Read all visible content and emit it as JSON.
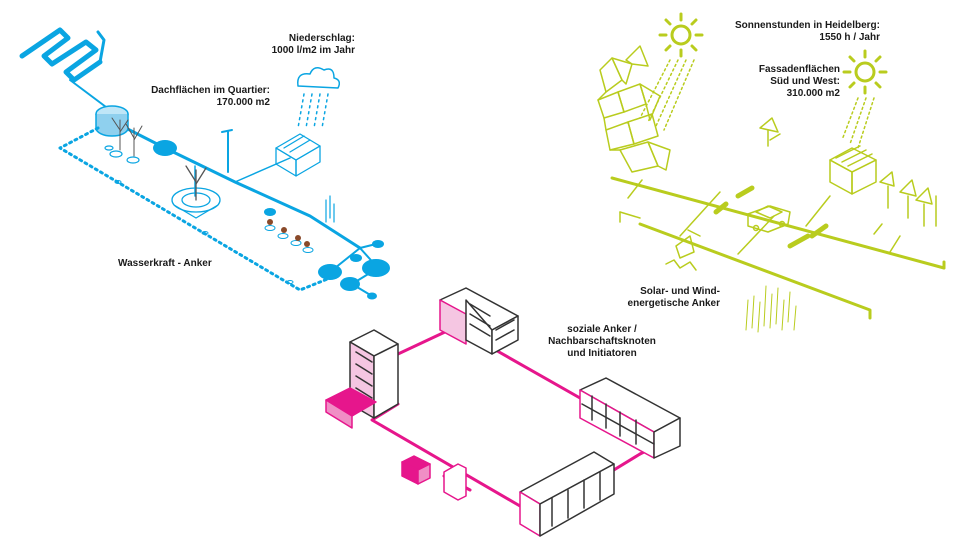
{
  "colors": {
    "water": "#0aa5e2",
    "solar": "#b9cc1e",
    "social": "#e6168c",
    "outline": "#333333",
    "text": "#1a1a1a"
  },
  "icons": {
    "water": [
      "pipe-coil-icon",
      "rain-cloud-icon",
      "house-icon",
      "tank-icon",
      "tree-icon",
      "bush-icon",
      "water-node-icon"
    ],
    "solar": [
      "sun-icon",
      "solar-panel-cluster-icon",
      "house-icon",
      "car-icon",
      "wind-turbine-icon",
      "solar-pv-icon",
      "plants-icon"
    ],
    "social": [
      "shelf-building-icon",
      "bench-icon"
    ]
  },
  "labels": {
    "niederschlag": "Niederschlag:\n1000 l/m2 im Jahr",
    "dachflaechen": "Dachflächen im Quartier:\n170.000 m2",
    "wasserkraft": "Wasserkraft - Anker",
    "sonnenstunden": "Sonnenstunden in Heidelberg:\n1550 h / Jahr",
    "fassadenflaechen": "Fassadenflächen\nSüd und West:\n310.000 m2",
    "solar_wind": "Solar- und Wind-\nenergetische Anker",
    "soziale": "soziale Anker /\nNachbarschaftsknoten\nund Initiatoren"
  }
}
